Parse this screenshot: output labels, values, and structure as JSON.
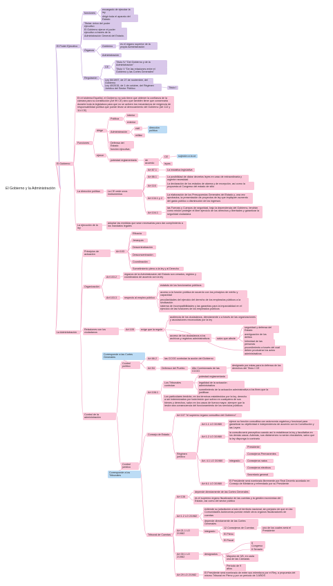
{
  "root": "El Gobierno y la Administración",
  "colors": {
    "purple_line": "#c2a3dc",
    "pink_line": "#f29bbd",
    "purple_node": "#d9c8ea",
    "pink_node": "#fbc8da",
    "blue_node": "#bcdcf5"
  },
  "nodes": {
    "poder_ejecutivo": "El Poder Ejecutivo",
    "funciones": "funciones",
    "encargado": "encargado de ejecutar la ley",
    "dirigir": "dirigir toda el aparato del Estado",
    "titular": "Titular: único del poder ejecutivo",
    "ejerce": "El Gobierno ejerce el poder ejecutivo a través de la Administración General del Estado.",
    "organos": "Órganos",
    "gobierno_org": "Gobierno",
    "es_organo": "es el órgano superior de la propia Administración",
    "administracion_org": "Administración",
    "regulacion": "Regulación",
    "ce": "CE",
    "titulo4": "Título IV \"Del Gobierno y de la Administración\"",
    "titulo5": "Título V \"De las relaciones entre el Gobierno y las Cortes Generales\"",
    "ley50": "Ley 50/1997, de 27 de noviembre, del Gobierno",
    "ley40": "Ley 40/2015, de 1 de octubre, del Régimen Jurídico del Sector Público",
    "titulo1": "Título I",
    "el_gobierno": "El Gobierno",
    "sistema": "En el sistema Español, el Gobierno no solo tiene que obtener la confianza de la cámara para su constitución (Art 99 CE) sino que también tiene que conservarla durante toda la legislatura para que no se activen los mecanismos de exigencia de responsabilidad política que puede llevar al derrocamiento del Gobierno (Art 113 y 114 CE)",
    "funciones2": "Funciones",
    "dirige": "dirige",
    "politica": "Política",
    "interior": "interior",
    "exterior": "exterior",
    "administracion2": "Administración",
    "civil": "civil",
    "militar": "militar",
    "direccion_politica": "dirección política",
    "defensa": "Defensa del Estado",
    "funcion_ejecutiva": "función ejecutiva",
    "ejerce2": "ejerce",
    "potestad": "potestad reglamentaria",
    "de_acuerdo": "de acuerdo",
    "ce2": "CE",
    "sujecion": "sujeción a la ce",
    "leyes": "leyes",
    "direccion_politica_label": "La dirección política",
    "ce_cede": "La CE cede unos instrumentos",
    "art87": "Art 87.1",
    "iniciativa": "La iniciativa legislativa",
    "art86": "Art 86.1",
    "decretos": "La posibilidad de dictar decretos leyes en caso de extraordinaria y urgente necesidad",
    "art116": "Art 116",
    "declaracion": "La declaración de los estados de alarma y de excepción, así como la propuesta al Congreso del estado de sitio",
    "art134": "Art 134.1 y 2",
    "presupuestos": "La elaboración de los Presupuestos Generales del Estado y, una vez aprobados, la presentación de proyectos de ley que impliquen aumento del gasto público o disminución de los ingresos",
    "art104": "Art 104.1",
    "fuerzas": "las Fuerzas y Cuerpos de seguridad, bajo la dependencia del Gobierno, tendrán como misión proteger el libre ejercicio de los derechos y libertades y garantizar la seguridad ciudadana",
    "ejecucion": "La ejecución de la ley",
    "adoptar": "adoptar las medidas que sean necesarias para dar cumplimiento a los mandatos legales",
    "la_administracion": "La Administración",
    "principios": "Principios de actuación",
    "art103": "Art 103",
    "eficacia": "Eficacia",
    "jerarquia": "Jerarquía",
    "descentralizacion": "Descentralización",
    "desconcentracion": "Desconcentración",
    "coordinacion": "Coordinación",
    "sometimiento": "Sometimiento pleno a la ley y al Derecho",
    "organizacion": "Organización",
    "art1032": "Art 103.2",
    "organos_adm": "órganos de la Administración del Estado son creados, regidos y coordinados de acuerdo con la ley",
    "art1033": "Art 103.3",
    "respecto": "respecto al empleo público",
    "estatuto": "estatuto de los funcionarios públicos",
    "acceso": "acceso a la función pública de acuerdo con los principios de mérito y capacidad",
    "peculiaridades": "peculiaridades del ejercicio del derecho de los empleados públicos a la sindicación",
    "sistema_incomp": "sistema de incompatibilidades y las garantías para la imparcialidad en el ejercicio de las funciones de los empleados públicos",
    "relaciones": "Relaciones con los ciudadanos",
    "art105": "Art 105",
    "exige": "exige que la regule",
    "audiencia": "audiencia de los ciudadanos, directamente o a través de las organizaciones y asociaciones reconocidas por la ley",
    "acceso_ciud": "acceso de los ciudadanos a los archivos y registros administrativos",
    "salvo": "salvo que afecte",
    "seguridad": "seguridad y defensa del Estado",
    "averiguacion": "averiguación de los delitos",
    "intimidad": "Intimidad de las personas",
    "procedimiento": "procedimiento a través del cual deben producirse los actos administrativos",
    "corresponde_cortes": "Corresponde a las Cortes Generales",
    "control_politico": "Control político",
    "art662": "Art 66.2",
    "las_ccgg": "las CCGG controlan la acción del Gobierno",
    "art54": "Art 54",
    "defensor": "Defensor del Pueblo",
    "alto_comisionado": "Alto Comisionado de las CCGG",
    "designado": "designado por estas para la defensa de los derechos del Título I CE",
    "control_adm": "Control de la administración",
    "art1061": "Art 106.1",
    "tribunales": "Los Tribunales controlan",
    "potestad_regl": "potestad reglamentaria",
    "legalidad": "legalidad de la actuación administrativa",
    "sometimiento2": "sometimiento de la actuación administrativa a los fines que la justifican",
    "particulares": "Los particulares tendrán, en los términos establecidos por la ley, derecho a ser indemnizados por toda lesión que sufran en cualquiera de sus bienes y derechos, salvo en los casos de fuerza mayor, siempre que la lesión sea consecuencia del funcionamiento de los servicios públicos",
    "consejo_estado": "Consejo de Estado",
    "art107": "Art 107 \"el supremo órgano consultivo del Gobierno\"",
    "regimen": "Régimen jurídico",
    "art11": "Art 1.1 LO 3/1980",
    "ejerce_funcion": "ejerce su función consultiva con autonomía orgánica y funcional para garantizar su objetividad e independencia de acuerdo con la Constitución y las Leyes",
    "art12": "Art 1.2 LO 3/1980",
    "consulta": "la consulta será preceptiva cuando así lo establezca la ley y facultativa en los demás casos. Además, sus dictámenes no serán vinculantes, salvo que la ley disponga lo contrario",
    "art41": "Art. 4.1 LO 3/1980",
    "integrado": "integrado",
    "presidente": "Presidente",
    "consejeros_perm": "Consejeros Permanentes",
    "consejeros_natos": "Consejeros natos",
    "consejeros_elect": "Consejeros electivos",
    "secretario": "Secretario general",
    "art61": "Art 6.1 LO 3/1980",
    "presidente_sera": "El Presidente será nombrado libremente por Real Decreto acordado en Consejo de Ministros y refrendado por su Presidente",
    "control_juridico": "Control jurídico",
    "corresponde_tribunales": "Corresponde a los Tribunales",
    "tribunal_cuentas": "Tribunal de Cuentas",
    "art136": "Art 136",
    "depende": "depende directamente de las Cortes Generales",
    "es_supremo": "es el supremo órgano fiscalizador de las cuentas y la gestión económica del Estado, así como del sector público",
    "art12_1982": "Art 1.2 LO 2/1982",
    "extiende": "extiende su jurisdicción a todo el territorio nacional, sin perjuicio de que en las Comunidades Autónomas puedan existir otros órganos fiscalizadores de cuentas",
    "depende2": "depende directamente de las Cortes Generales",
    "art211": "Art 21.1 LO 2/1982",
    "integrado2": "integrado",
    "doce_consejeros": "12 Consejeros de Cuentas",
    "uno_de_los": "uno de los cuales será el Presidente",
    "el_pleno": "El Pleno",
    "el_fiscal": "El Fiscal",
    "seis_congreso": "6 Congreso",
    "seis_senado": "6 Senado",
    "art301": "Art 30.1 LO 2/1982",
    "designados": "designados",
    "mayoria": "Mayoría de 3/5, en cada una de las Cámaras",
    "periodo": "Período de 9 años",
    "art29": "Art 29 LO 2/1982",
    "presidente_tc": "El Presidente será nombrado de entre sus miembros por el Rey, a propuesta del mismo Tribunal en Pleno y por un período de 3 AÑOS"
  }
}
